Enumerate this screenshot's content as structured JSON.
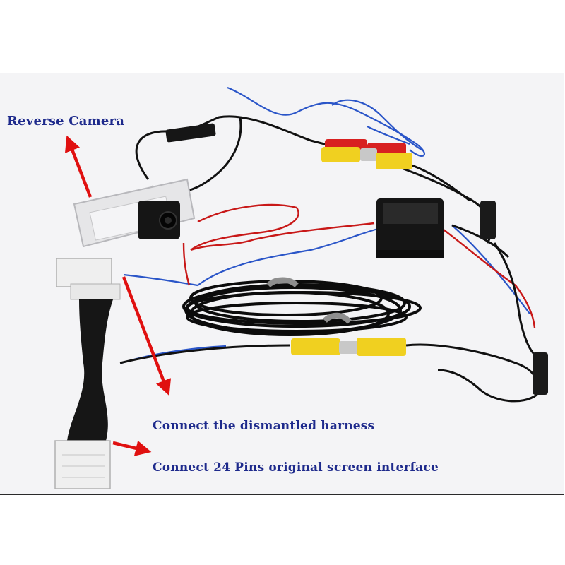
{
  "labels": {
    "reverse_camera": "Reverse Camera",
    "dismantled_harness": "Connect the dismantled harness",
    "pins_interface": "Connect 24 Pins original screen interface"
  },
  "colors": {
    "caption_text": "#1e2a8c",
    "arrow": "#e01010",
    "wire_black": "#111111",
    "wire_blue": "#2a55c8",
    "wire_red": "#c81818",
    "rca_yellow": "#f0d020",
    "rca_red": "#d82020",
    "connector_white": "#efefef",
    "background": "#f4f4f6"
  },
  "objects": [
    "reverse-camera",
    "license-plate-light-housing",
    "power-filter-box",
    "rca-cables",
    "coiled-black-cable",
    "24-pin-harness-adapter"
  ]
}
